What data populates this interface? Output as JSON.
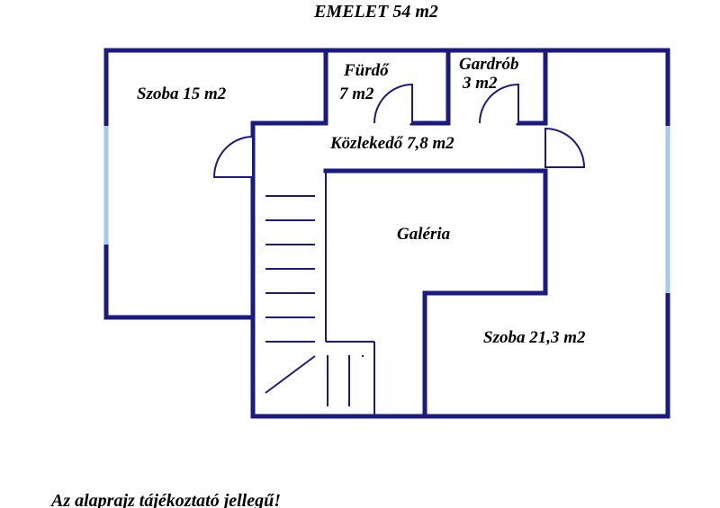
{
  "plan": {
    "title": "EMELET 54 m2",
    "rooms": {
      "szoba_left": "Szoba 15 m2",
      "furdo_name": "Fürdő",
      "furdo_area": "7 m2",
      "gardrob_name": "Gardrób",
      "gardrob_area": "3 m2",
      "kozlekedo": "Közlekedő 7,8 m2",
      "galeria": "Galéria",
      "szoba_right": "Szoba 21,3 m2"
    },
    "note": "Az alaprajz tájékoztató jellegű!"
  },
  "colors": {
    "wall": "#1a1a80",
    "window": "#a9c8ea"
  }
}
